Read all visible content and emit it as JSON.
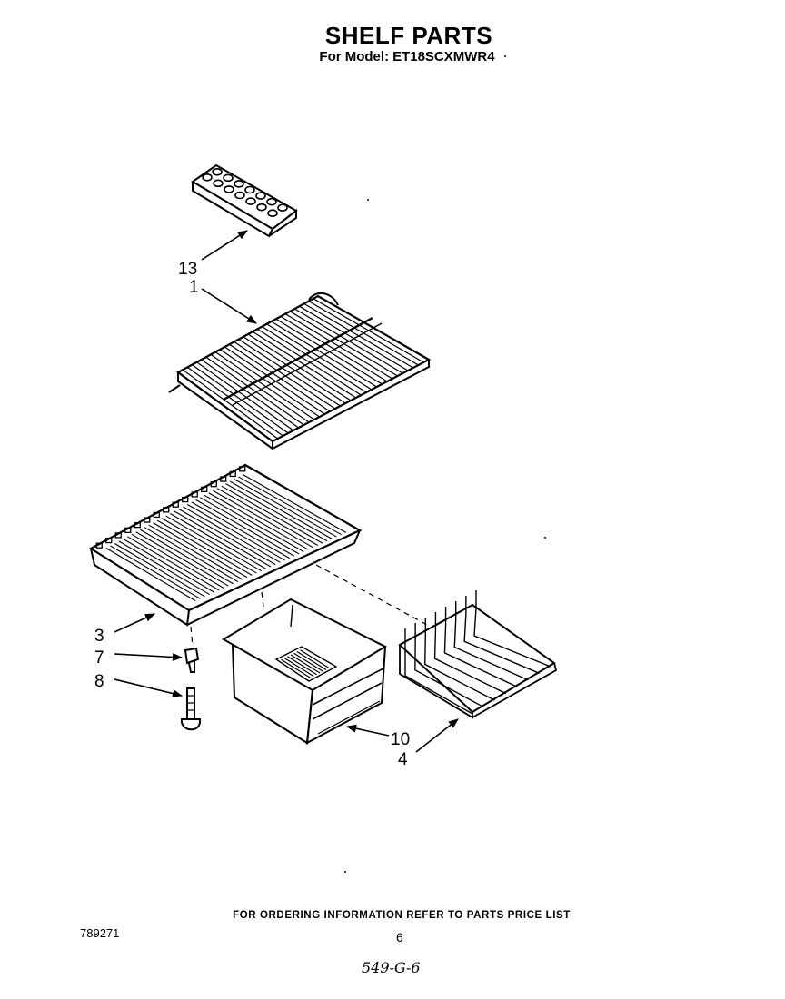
{
  "header": {
    "title": "SHELF PARTS",
    "model_label": "For Model:",
    "model_number": "ET18SCXMWR4"
  },
  "callouts": {
    "c13": "13",
    "c1": "1",
    "c3": "3",
    "c7": "7",
    "c8": "8",
    "c10": "10",
    "c4": "4"
  },
  "footer": {
    "ordering_note": "FOR ORDERING INFORMATION REFER TO PARTS PRICE LIST",
    "document_number": "789271",
    "page_number": "6",
    "handwritten_note": "549-G-6"
  }
}
